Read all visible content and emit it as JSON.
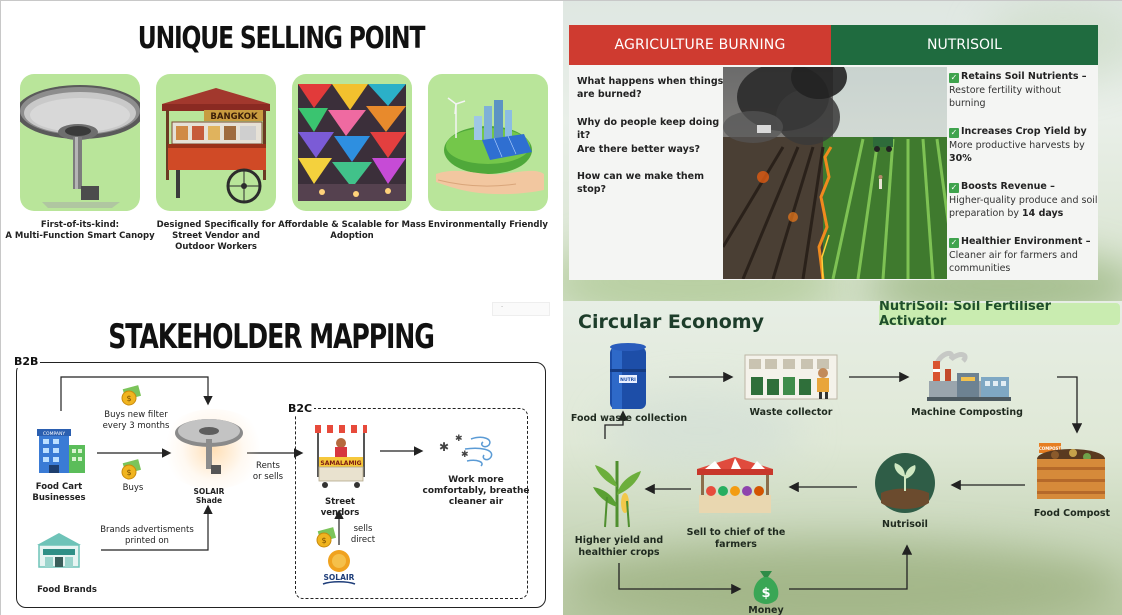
{
  "usp": {
    "title": "UNIQUE SELLING POINT",
    "cards": [
      {
        "icon": "smart-canopy-icon",
        "caption_line1": "First-of-its-kind:",
        "caption_line2": "A Multi-Function Smart Canopy"
      },
      {
        "icon": "street-cart-icon",
        "cart_sign": "BANGKOK",
        "caption_line1": "Designed Specifically for Street Vendor and",
        "caption_line2": "Outdoor Workers"
      },
      {
        "icon": "market-umbrellas-icon",
        "caption_line1": "Affordable & Scalable for Mass Adoption",
        "caption_line2": ""
      },
      {
        "icon": "eco-globe-hand-icon",
        "caption_line1": "Environmentally Friendly",
        "caption_line2": ""
      }
    ]
  },
  "agri": {
    "left_header": "AGRICULTURE BURNING",
    "right_header": "NUTRISOIL",
    "questions": [
      "What happens when things are burned?",
      "Why do people keep doing it?",
      "Are there better ways?",
      "How can we make them stop?"
    ],
    "benefits": [
      {
        "title": "Retains Soil Nutrients",
        "sep": " –",
        "body": "Restore fertility without burning",
        "bold": ""
      },
      {
        "title": "Increases Crop Yield by",
        "sep": "",
        "body": "More productive harvests by ",
        "bold": "30%"
      },
      {
        "title": "Boosts Revenue",
        "sep": "  –",
        "body": "Higher-quality produce and soil preparation by ",
        "bold": "14 days"
      },
      {
        "title": "Healthier Environment",
        "sep": " –",
        "body": "Cleaner air for farmers and communities",
        "bold": ""
      }
    ]
  },
  "stake": {
    "title": "STAKEHOLDER MAPPING",
    "b2b": "B2B",
    "b2c": "B2C",
    "filter_label_line1": "Buys new filter",
    "filter_label_line2": "every 3 months",
    "buys_label": "Buys",
    "food_cart_line1": "Food Cart",
    "food_cart_line2": "Businesses",
    "shade_line1": "SOLAIR",
    "shade_line2": "Shade",
    "rents_line1": "Rents",
    "rents_line2": "or sells",
    "brands_ad_line1": "Brands advertisments",
    "brands_ad_line2": "printed on",
    "food_brands": "Food Brands",
    "street_vendors": "Street vendors",
    "stall_sign": "SAMALAMIG",
    "work_line1": "Work more",
    "work_line2": "comfortably, breathe",
    "work_line3": "cleaner air",
    "sells_line1": "sells",
    "sells_line2": "direct",
    "logo_text": "SOLAIR",
    "company_sign": "COMPANY"
  },
  "circ": {
    "title": "Circular Economy",
    "badge": "NutriSoil: Soil Fertiliser Activator",
    "nodes": {
      "food_waste": "Food waste collection",
      "collector": "Waste collector",
      "composting": "Machine Composting",
      "compost": "Food Compost",
      "nutrisoil": "Nutrisoil",
      "sell_line1": "Sell to chief of the",
      "sell_line2": "farmers",
      "yield_line1": "Higher yield and",
      "yield_line2": "healthier crops",
      "money": "Money"
    },
    "barrel_label": "NUTRI",
    "compost_sign": "COMPOST"
  },
  "colors": {
    "card_green": "#b9e59a",
    "burn_red": "#cf3b30",
    "nutri_green": "#1f6b3f",
    "check_green": "#3fa34d"
  }
}
